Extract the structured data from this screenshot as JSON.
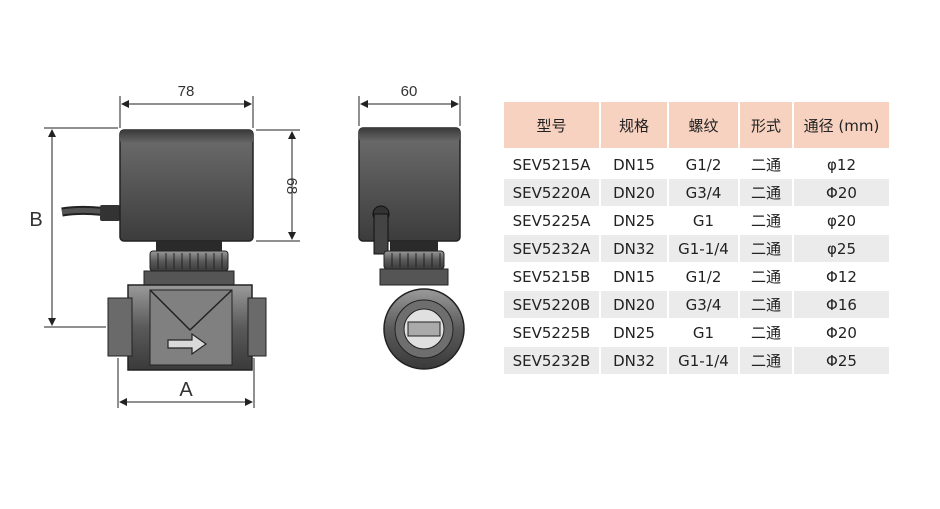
{
  "dimensions": {
    "front_width": "78",
    "front_height": "68",
    "side_width": "60",
    "overall_height_label": "B",
    "body_length_label": "A"
  },
  "table": {
    "headers": [
      "型号",
      "规格",
      "螺纹",
      "形式",
      "通径 (mm)"
    ],
    "rows": [
      [
        "SEV5215A",
        "DN15",
        "G1/2",
        "二通",
        "φ12"
      ],
      [
        "SEV5220A",
        "DN20",
        "G3/4",
        "二通",
        "Φ20"
      ],
      [
        "SEV5225A",
        "DN25",
        "G1",
        "二通",
        "φ20"
      ],
      [
        "SEV5232A",
        "DN32",
        "G1-1/4",
        "二通",
        "φ25"
      ],
      [
        "SEV5215B",
        "DN15",
        "G1/2",
        "二通",
        "Φ12"
      ],
      [
        "SEV5220B",
        "DN20",
        "G3/4",
        "二通",
        "Φ16"
      ],
      [
        "SEV5225B",
        "DN25",
        "G1",
        "二通",
        "Φ20"
      ],
      [
        "SEV5232B",
        "DN32",
        "G1-1/4",
        "二通",
        "Φ25"
      ]
    ]
  },
  "colors": {
    "header_bg": "#f7d2c0",
    "stripe_bg": "#ebebeb",
    "actuator_fill": "#5a5a5a",
    "valve_fill": "#4a4a4a"
  }
}
